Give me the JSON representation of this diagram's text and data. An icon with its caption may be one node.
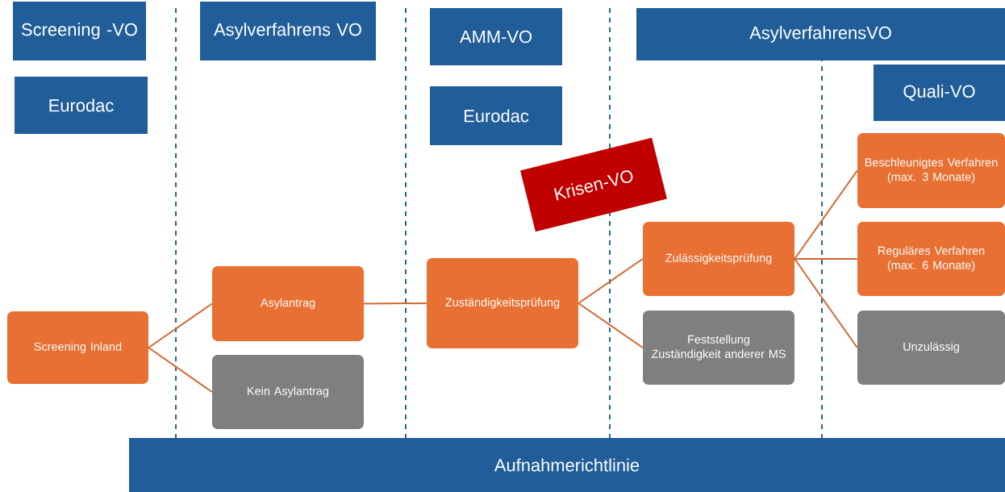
{
  "diagram": {
    "nodes": [
      {
        "text": [
          "Screening -VO"
        ]
      },
      {
        "text": [
          "Asylverfahrens VO"
        ]
      },
      {
        "text": [
          "AMM-VO"
        ]
      },
      {
        "text": [
          "AsylverfahrensVO"
        ]
      },
      {
        "text": [
          "Eurodac"
        ]
      },
      {
        "text": [
          "Quali-VO"
        ]
      },
      {
        "text": [
          "Eurodac"
        ]
      },
      {
        "text": [
          "Krisen-VO"
        ]
      },
      {
        "text": [
          "Beschleunigtes Verfahren (max. 3 Monate)"
        ]
      },
      {
        "text": [
          "Zulässigkeitsprüfung"
        ]
      },
      {
        "text": [
          "Asylantrag"
        ]
      },
      {
        "text": [
          "Zuständigkeitsprüfung"
        ]
      },
      {
        "text": [
          "Reguläres Verfahren (max. 6 Monate)"
        ]
      },
      {
        "text": [
          "Screening Inland"
        ]
      },
      {
        "text": [
          "Feststellung Zuständigkeit anderer MS"
        ]
      },
      {
        "text": [
          "Unzulässig"
        ]
      },
      {
        "text": [
          "Kein Asylantrag"
        ]
      },
      {
        "text": [
          "Aufnahmerichtlinie"
        ]
      }
    ],
    "edges": [
      {
        "from": 13,
        "to": 10,
        "arrow": "none"
      },
      {
        "from": 13,
        "to": 16,
        "arrow": "none"
      },
      {
        "from": 10,
        "to": 11,
        "arrow": "none"
      },
      {
        "from": 11,
        "to": 9,
        "arrow": "none"
      },
      {
        "from": 11,
        "to": 14,
        "arrow": "none"
      },
      {
        "from": 9,
        "to": 8,
        "arrow": "none"
      },
      {
        "from": 9,
        "to": 12,
        "arrow": "none"
      },
      {
        "from": 9,
        "to": 15,
        "arrow": "none"
      }
    ]
  }
}
